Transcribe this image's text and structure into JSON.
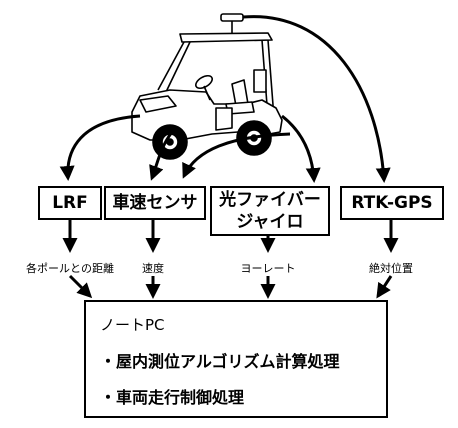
{
  "sensors": [
    {
      "label": "LRF"
    },
    {
      "label": "車速センサ"
    },
    {
      "label": "光ファイバー\nジャイロ"
    },
    {
      "label": "RTK-GPS"
    }
  ],
  "signals": [
    "各ポールとの距離",
    "速度",
    "ヨーレート",
    "絶対位置"
  ],
  "pc": {
    "title": "ノートPC",
    "items": [
      "・屋内測位アルゴリズム計算処理",
      "・車両走行制御処理"
    ]
  }
}
